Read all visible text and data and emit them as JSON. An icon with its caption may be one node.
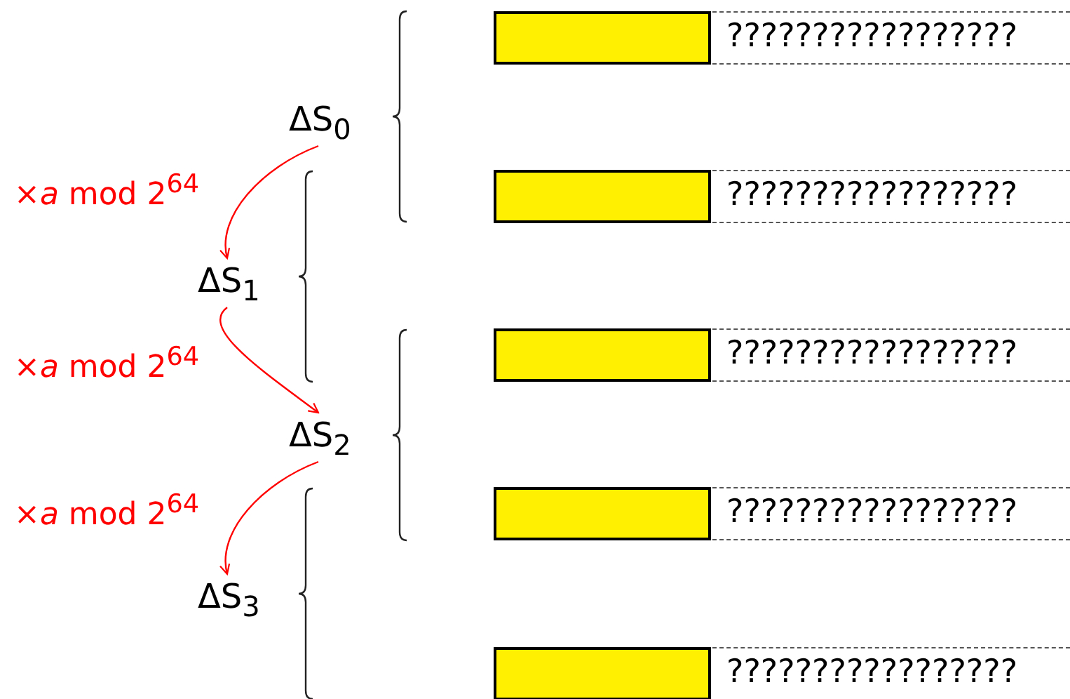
{
  "diagram": {
    "nodes": [
      {
        "text": [
          "ΔS$_{0}$"
        ]
      },
      {
        "text": [
          "ΔS$_{1}$"
        ]
      },
      {
        "text": [
          "ΔS$_{2}$"
        ]
      },
      {
        "text": [
          "ΔS$_{3}$"
        ]
      },
      {
        "text": [],
        "shape": "bar"
      },
      {
        "text": [
          "?????????????????"
        ]
      },
      {
        "text": [],
        "shape": "bar"
      },
      {
        "text": [
          "?????????????????"
        ]
      },
      {
        "text": [],
        "shape": "bar"
      },
      {
        "text": [
          "?????????????????"
        ]
      },
      {
        "text": [],
        "shape": "bar"
      },
      {
        "text": [
          "?????????????????"
        ]
      },
      {
        "text": [],
        "shape": "bar"
      },
      {
        "text": [
          "?????????????????"
        ]
      }
    ],
    "edges": [
      {
        "from": 0,
        "to": 1,
        "arrow": "to",
        "label": "×*a* mod 2$^{64}$"
      },
      {
        "from": 1,
        "to": 2,
        "arrow": "to",
        "label": "×*a* mod 2$^{64}$"
      },
      {
        "from": 2,
        "to": 3,
        "arrow": "to",
        "label": "×*a* mod 2$^{64}$"
      }
    ]
  }
}
